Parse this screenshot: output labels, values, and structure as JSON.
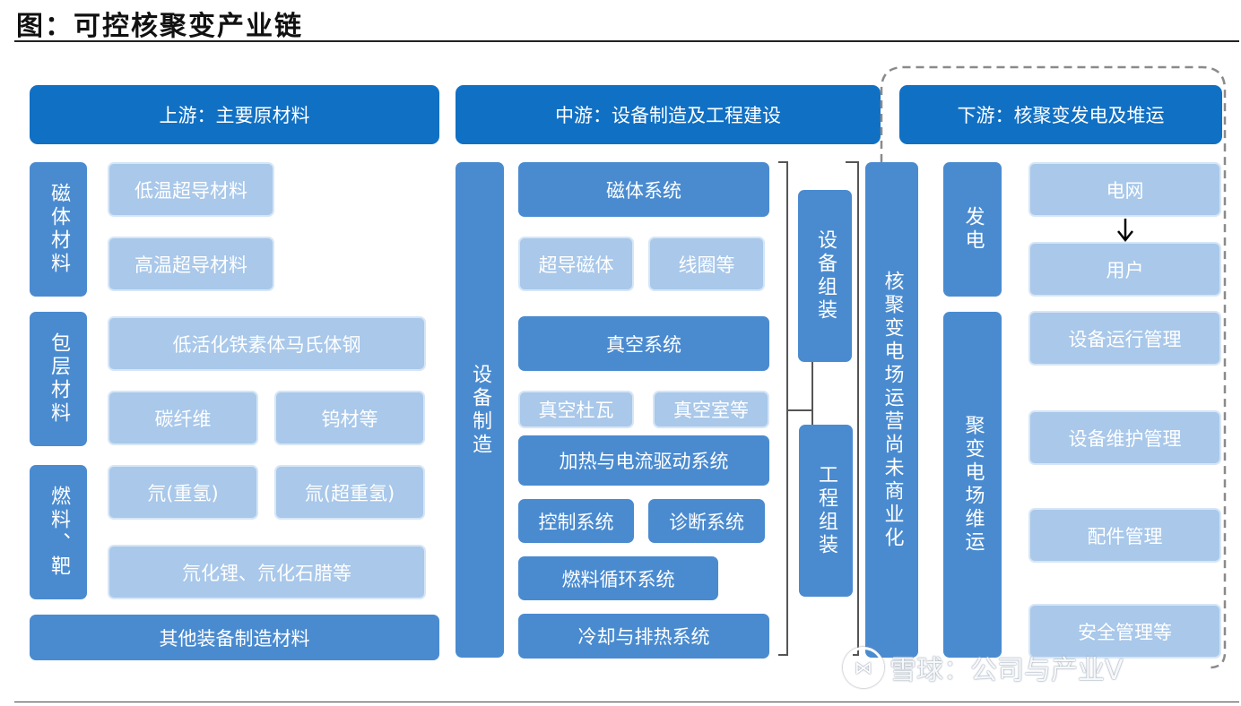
{
  "title": "图：可控核聚变产业链",
  "upstream": {
    "header": "上游：主要原材料",
    "magnet_label": "磁体材料",
    "magnet_items": [
      "低温超导材料",
      "高温超导材料"
    ],
    "cladding_label": "包层材料",
    "cladding_items": [
      "低活化铁素体马氏体钢",
      "碳纤维",
      "钨材等"
    ],
    "fuel_label": "燃料、靶",
    "fuel_items": [
      "氘(重氢)",
      "氚(超重氢)",
      "氘化锂、氘化石腊等"
    ],
    "other": "其他装备制造材料"
  },
  "midstream": {
    "header": "中游：设备制造及工程建设",
    "equip_label": "设备制造",
    "items": [
      "磁体系统",
      "超导磁体",
      "线圈等",
      "真空系统",
      "真空杜瓦",
      "真空室等",
      "加热与电流驱动系统",
      "控制系统",
      "诊断系统",
      "燃料循环系统",
      "冷却与排热系统"
    ],
    "assembly_equip": "设备组装",
    "assembly_eng": "工程组装",
    "not_commercial": "核聚变电场运营尚未商业化"
  },
  "downstream": {
    "header": "下游：核聚变发电及堆运",
    "power_label": "发电",
    "power_items": [
      "电网",
      "用户"
    ],
    "ops_label": "聚变电场维运",
    "ops_items": [
      "设备运行管理",
      "设备维护管理",
      "配件管理",
      "安全管理等"
    ]
  },
  "watermark": "雪球：公司与产业V"
}
